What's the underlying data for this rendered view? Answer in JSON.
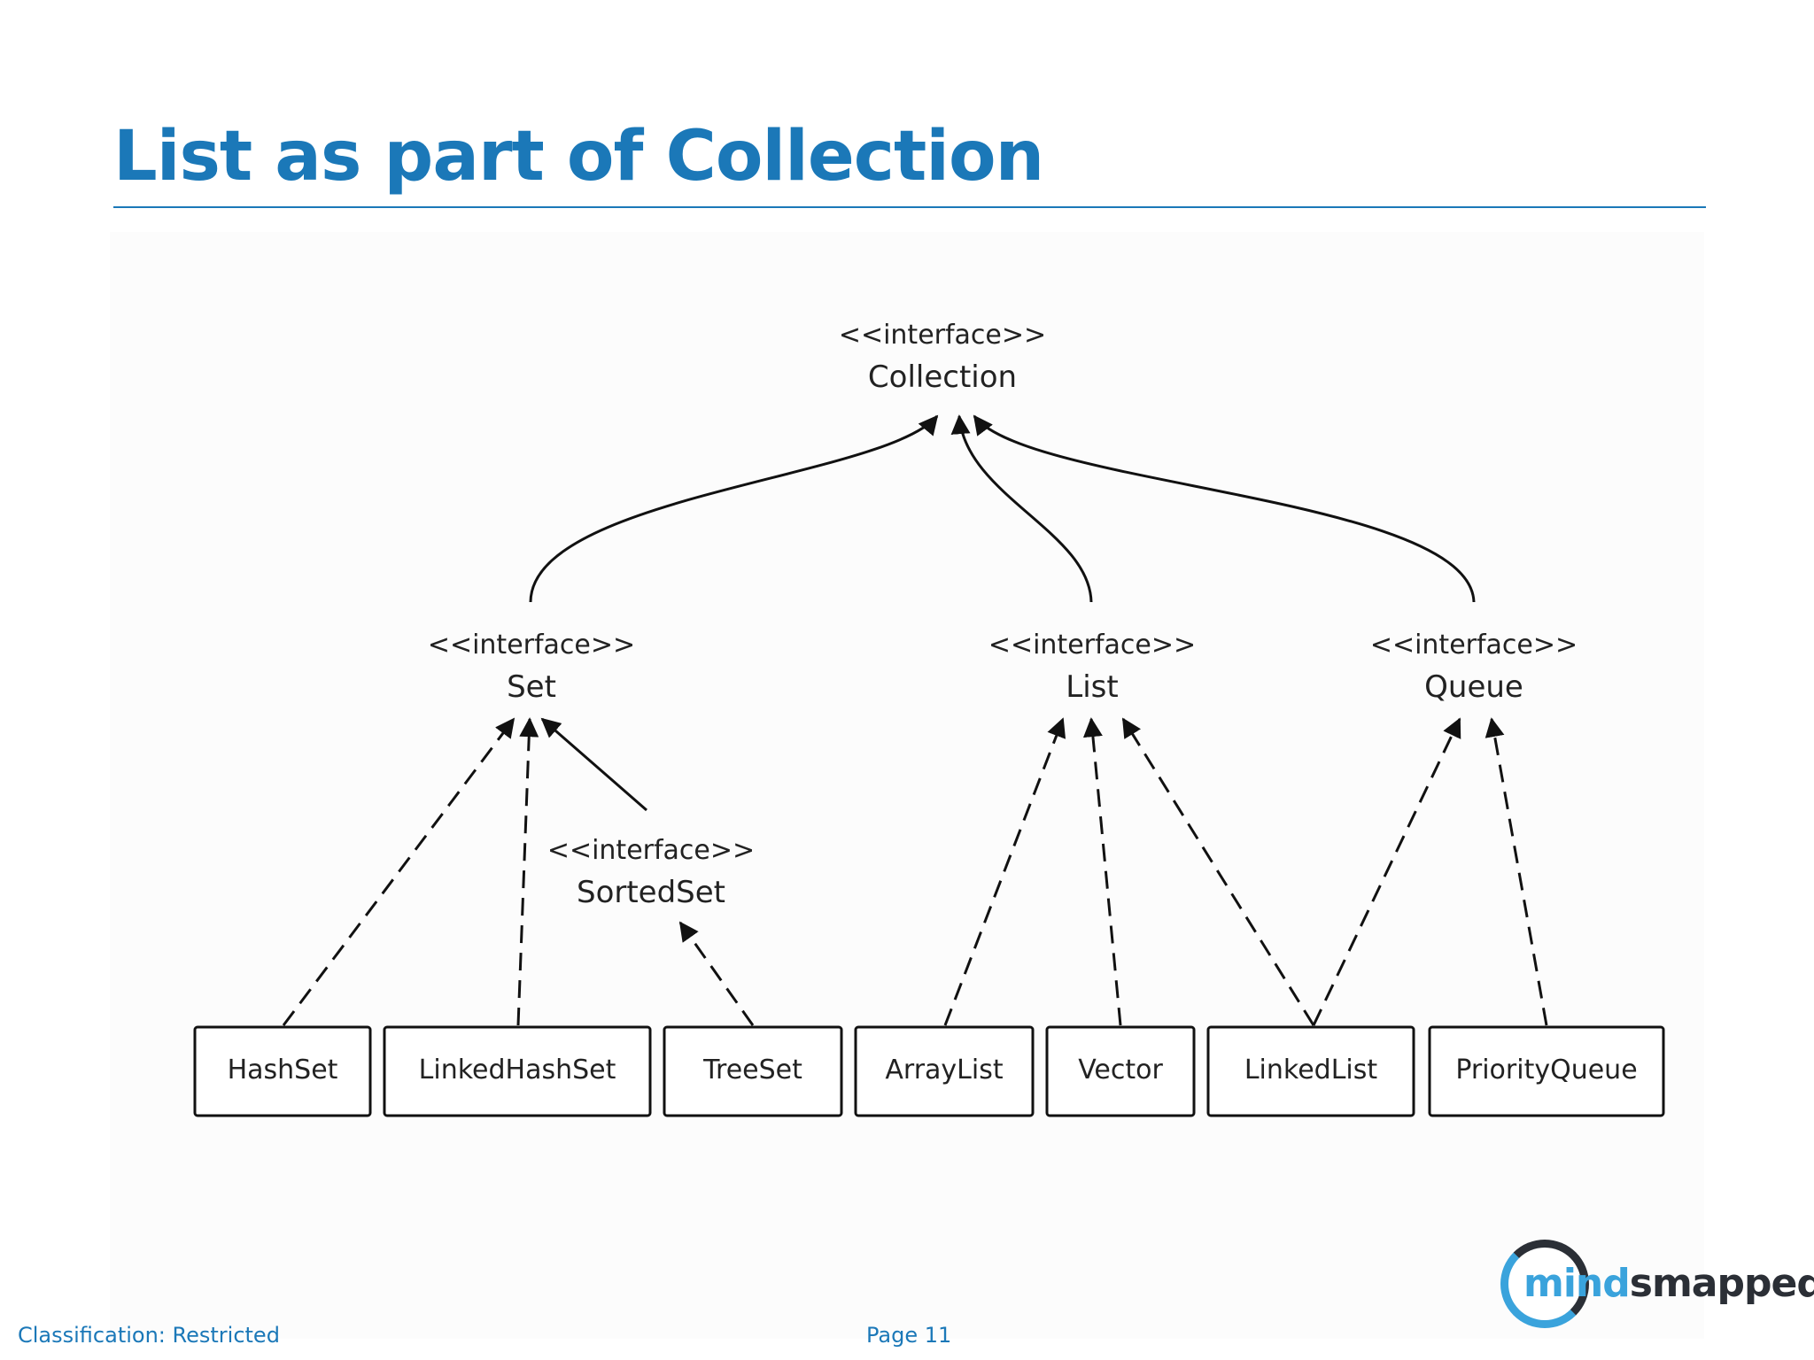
{
  "slide": {
    "title": "List as part of Collection"
  },
  "diagram": {
    "stereotype": "<<interface>>",
    "interfaces": {
      "collection": {
        "name": "Collection"
      },
      "set": {
        "name": "Set"
      },
      "list": {
        "name": "List"
      },
      "queue": {
        "name": "Queue"
      },
      "sortedset": {
        "name": "SortedSet"
      }
    },
    "classes": [
      "HashSet",
      "LinkedHashSet",
      "TreeSet",
      "ArrayList",
      "Vector",
      "LinkedList",
      "PriorityQueue"
    ],
    "relations": [
      {
        "from": "Set",
        "to": "Collection",
        "kind": "extends"
      },
      {
        "from": "List",
        "to": "Collection",
        "kind": "extends"
      },
      {
        "from": "Queue",
        "to": "Collection",
        "kind": "extends"
      },
      {
        "from": "SortedSet",
        "to": "Set",
        "kind": "extends"
      },
      {
        "from": "HashSet",
        "to": "Set",
        "kind": "implements"
      },
      {
        "from": "LinkedHashSet",
        "to": "Set",
        "kind": "implements"
      },
      {
        "from": "TreeSet",
        "to": "SortedSet",
        "kind": "implements"
      },
      {
        "from": "ArrayList",
        "to": "List",
        "kind": "implements"
      },
      {
        "from": "Vector",
        "to": "List",
        "kind": "implements"
      },
      {
        "from": "LinkedList",
        "to": "List",
        "kind": "implements"
      },
      {
        "from": "LinkedList",
        "to": "Queue",
        "kind": "implements"
      },
      {
        "from": "PriorityQueue",
        "to": "Queue",
        "kind": "implements"
      }
    ]
  },
  "footer": {
    "classification": "Classification: Restricted",
    "page": "Page 11"
  },
  "logo": {
    "part1": "mind",
    "part2": "smapped"
  }
}
